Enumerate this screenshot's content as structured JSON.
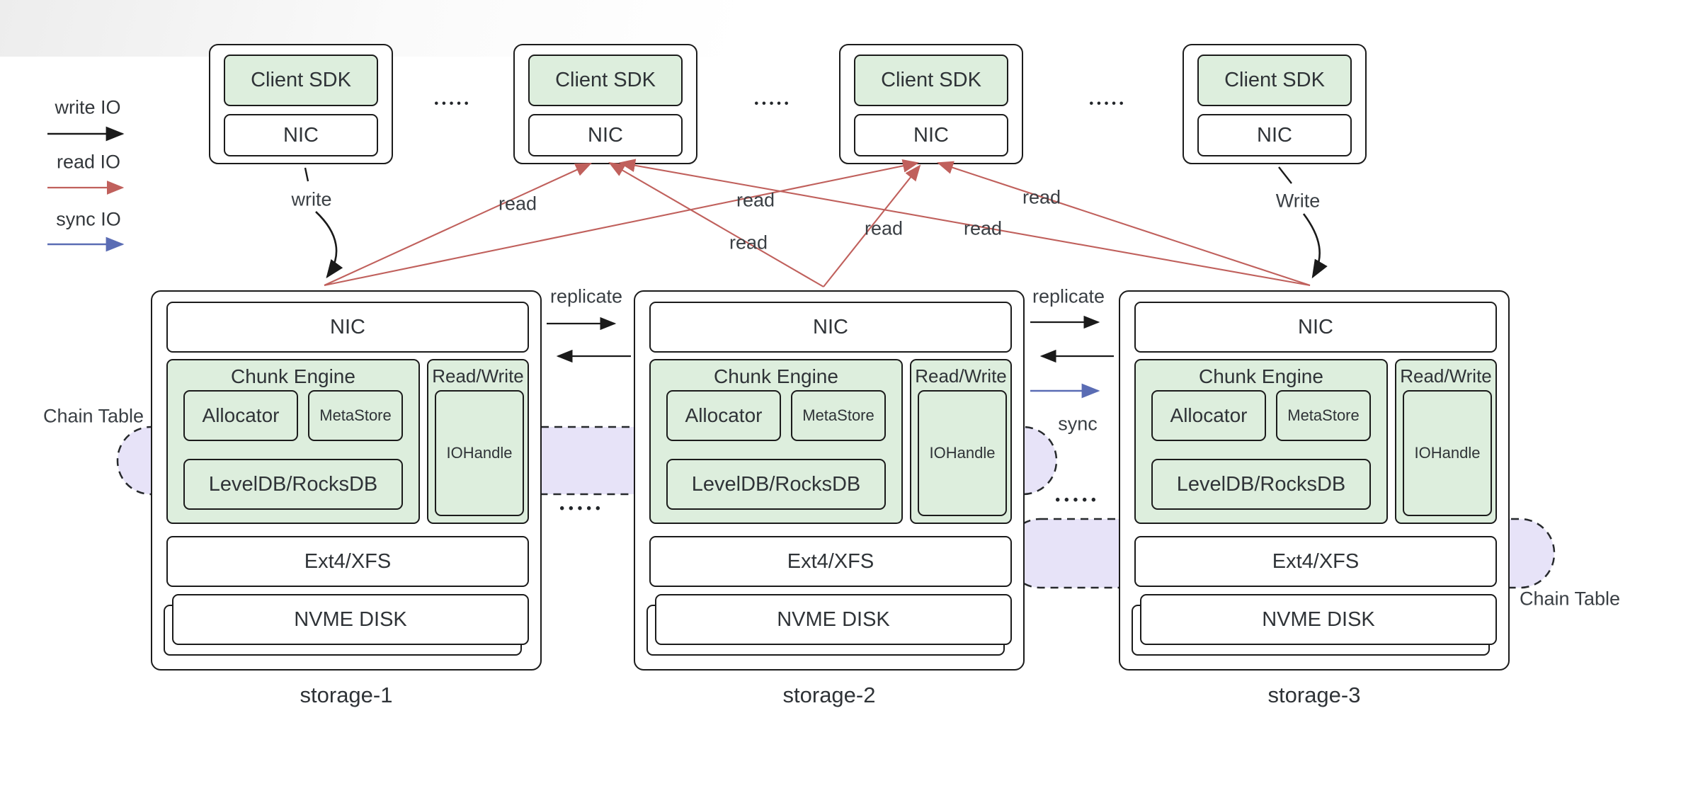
{
  "legend": {
    "write_io": "write IO",
    "read_io": "read IO",
    "sync_io": "sync IO"
  },
  "client": {
    "sdk": "Client SDK",
    "nic": "NIC"
  },
  "storage": {
    "nic": "NIC",
    "chunk_engine": "Chunk Engine",
    "allocator": "Allocator",
    "metastore": "MetaStore",
    "leveldb": "LevelDB/RocksDB",
    "read_write": "Read/Write",
    "iohandle": "IOHandle",
    "filesystem": "Ext4/XFS",
    "disk": "NVME DISK"
  },
  "storage_names": [
    "storage-1",
    "storage-2",
    "storage-3"
  ],
  "labels": {
    "write": "write",
    "write_capital": "Write",
    "read": "read",
    "replicate": "replicate",
    "sync": "sync",
    "chain_table": "Chain Table",
    "client_dots": "•••••",
    "gap_dots": "•••••"
  },
  "colors": {
    "box_green": "#ddeedd",
    "chain_purple": "#e7e3f8",
    "read_red": "#c0605c",
    "sync_blue": "#5a6cb4",
    "line_black": "#1a1a1a"
  }
}
